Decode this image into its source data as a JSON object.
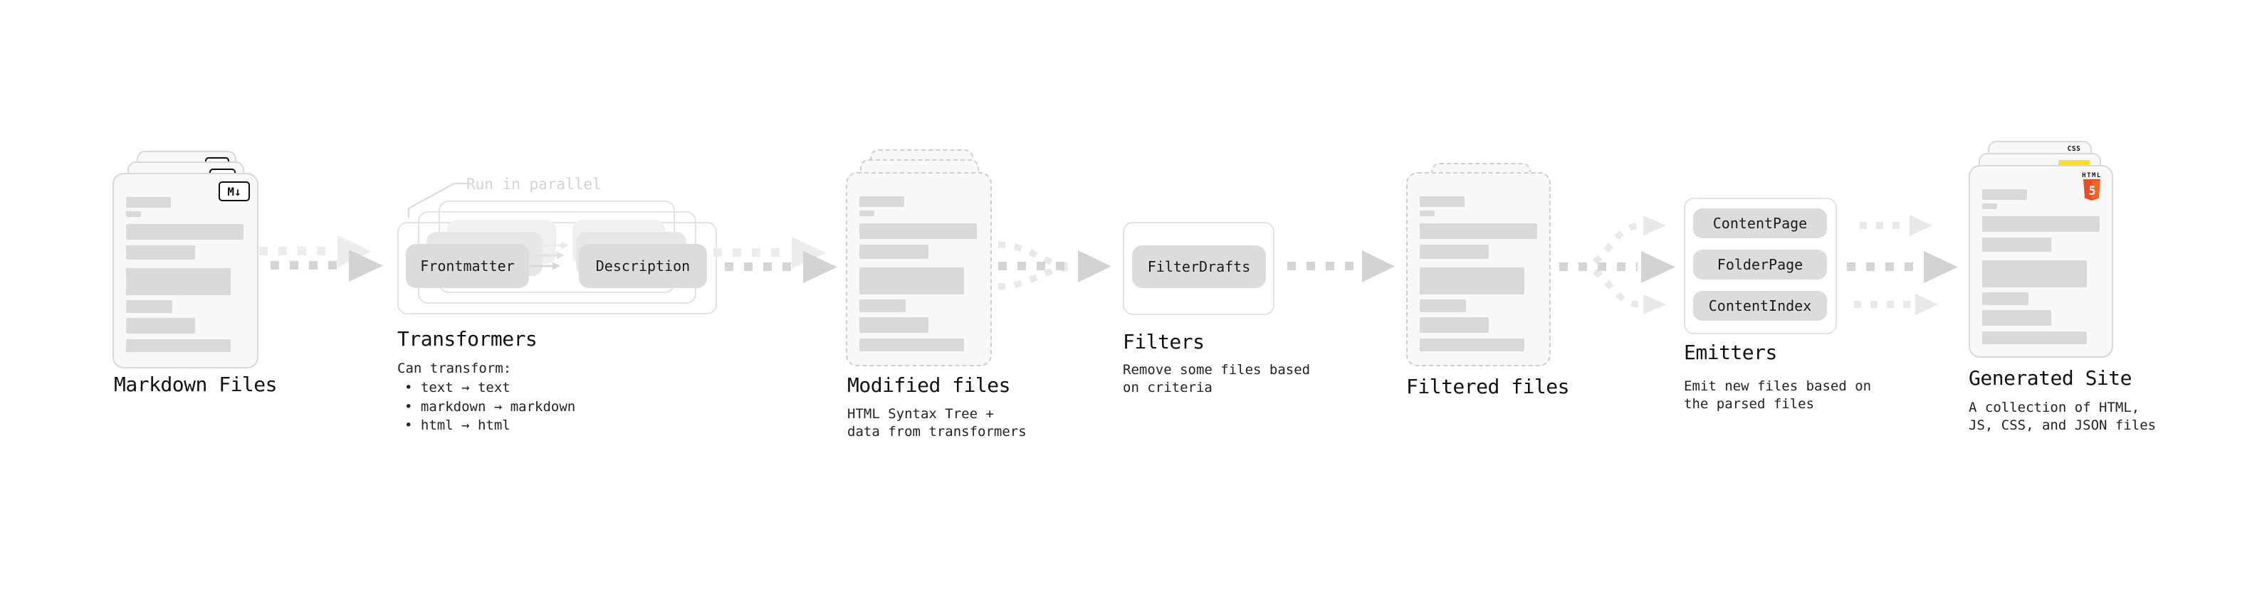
{
  "stages": {
    "markdown": {
      "label": "Markdown Files",
      "icon": "M↓"
    },
    "transformers": {
      "label": "Transformers",
      "annotation": "Run in parallel",
      "pills": [
        "Frontmatter",
        "Description"
      ],
      "caption": "Can transform:",
      "bullets": [
        "• text → text",
        "• markdown → markdown",
        "• html → html"
      ]
    },
    "modified": {
      "label": "Modified files",
      "caption": "HTML Syntax Tree +\ndata from transformers"
    },
    "filters": {
      "label": "Filters",
      "pill": "FilterDrafts",
      "caption": "Remove some files based\non criteria"
    },
    "filtered": {
      "label": "Filtered files"
    },
    "emitters": {
      "label": "Emitters",
      "pills": [
        "ContentPage",
        "FolderPage",
        "ContentIndex"
      ],
      "caption": "Emit new files based on\nthe parsed files"
    },
    "generated": {
      "label": "Generated Site",
      "caption": "A collection of HTML,\nJS, CSS, and JSON files",
      "badges": {
        "css": "CSS",
        "html_top": "HTML",
        "html_num": "5"
      }
    }
  },
  "colors": {
    "html5_orange": "#e44d26",
    "html5_orange_light": "#f16529",
    "css_blue": "#2469f2",
    "js_yellow": "#ffdf1c",
    "card_border": "#d9d9d9",
    "pill_fill": "#dcdcdc",
    "arrow_gray": "#d5d5d5"
  }
}
